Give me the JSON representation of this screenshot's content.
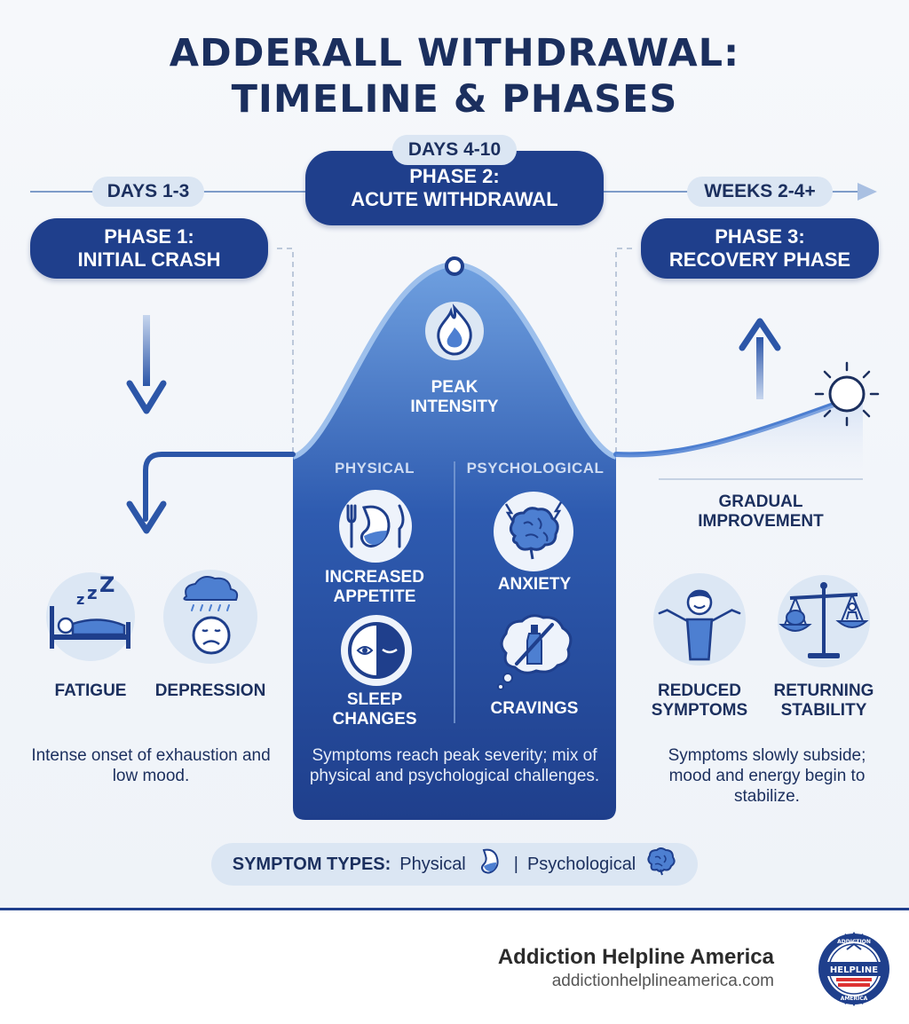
{
  "title": {
    "line1": "ADDERALL WITHDRAWAL:",
    "line2": "TIMELINE & PHASES"
  },
  "phases": [
    {
      "timeframe": "DAYS 1-3",
      "name_line1": "PHASE 1:",
      "name_line2": "INITIAL CRASH",
      "symptoms": [
        {
          "label": "FATIGUE",
          "icon": "sleeping-bed-icon"
        },
        {
          "label": "DEPRESSION",
          "icon": "sad-face-rain-cloud-icon"
        }
      ],
      "description": "Intense onset of exhaustion and low mood."
    },
    {
      "timeframe": "DAYS 4-10",
      "name_line1": "PHASE 2:",
      "name_line2": "ACUTE WITHDRAWAL",
      "peak_line1": "PEAK",
      "peak_line2": "INTENSITY",
      "physical_heading": "PHYSICAL",
      "psychological_heading": "PSYCHOLOGICAL",
      "physical_symptoms": [
        {
          "line1": "INCREASED",
          "line2": "APPETITE",
          "icon": "stomach-fork-knife-icon"
        },
        {
          "line1": "SLEEP",
          "line2": "CHANGES",
          "icon": "clock-eye-icon"
        }
      ],
      "psychological_symptoms": [
        {
          "label": "ANXIETY",
          "icon": "brain-lightning-icon"
        },
        {
          "label": "CRAVINGS",
          "icon": "crossed-bottle-thought-icon"
        }
      ],
      "description": "Symptoms reach peak severity; mix of physical and psychological challenges."
    },
    {
      "timeframe": "WEEKS 2-4+",
      "name_line1": "PHASE 3:",
      "name_line2": "RECOVERY PHASE",
      "improvement_line1": "GRADUAL",
      "improvement_line2": "IMPROVEMENT",
      "symptoms": [
        {
          "line1": "REDUCED",
          "line2": "SYMPTOMS",
          "icon": "happy-person-icon"
        },
        {
          "line1": "RETURNING",
          "line2": "STABILITY",
          "icon": "balance-scale-icon"
        }
      ],
      "description": "Symptoms slowly subside; mood and energy begin to stabilize."
    }
  ],
  "legend": {
    "title": "SYMPTOM TYPES:",
    "physical": "Physical",
    "separator": "|",
    "psychological": "Psychological"
  },
  "footer": {
    "brand": "Addiction Helpline America",
    "url": "addictionhelplineamerica.com",
    "logo_text": "HELPLINE",
    "logo_ring_top": "ADDICTION",
    "logo_ring_bottom": "AMERICA"
  },
  "colors": {
    "navy": "#1b2f5e",
    "royal_blue": "#1f3f8c",
    "light_blue": "#dbe6f3",
    "accent_blue": "#4d7fd1"
  }
}
